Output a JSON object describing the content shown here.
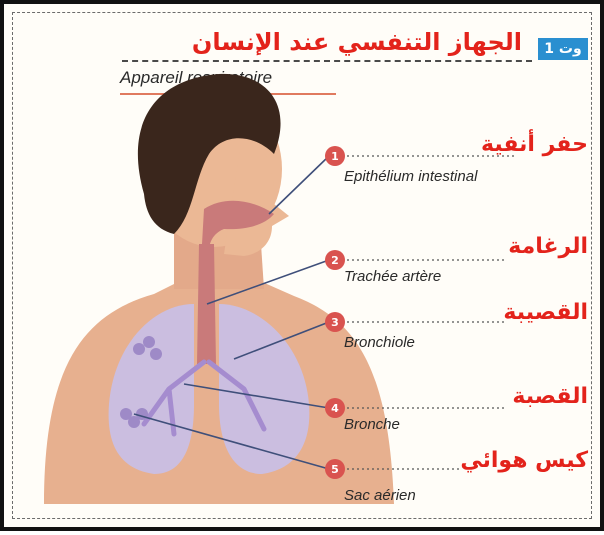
{
  "header": {
    "badge": "وت 1",
    "title_ar": "الجهاز التنفسي عند الإنسان",
    "title_fr": "Appareil respiratoire"
  },
  "labels": [
    {
      "n": "1",
      "ar": "حفر أنفية",
      "fr": "Epithélium intestinal"
    },
    {
      "n": "2",
      "ar": "الرغامة",
      "fr": "Trachée artère"
    },
    {
      "n": "3",
      "ar": "القصيبة",
      "fr": "Bronchiole"
    },
    {
      "n": "4",
      "ar": "القصبة",
      "fr": "Bronche"
    },
    {
      "n": "5",
      "ar": "كيس هوائي",
      "fr": "Sac aérien"
    }
  ],
  "colors": {
    "accent_red": "#e3231b",
    "badge_blue": "#2a8fd0",
    "marker_red": "#d9534f",
    "skin": "#e7b08f",
    "hair": "#3a261c",
    "airway": "#c97a7a",
    "lung": "#c9bfe5"
  }
}
